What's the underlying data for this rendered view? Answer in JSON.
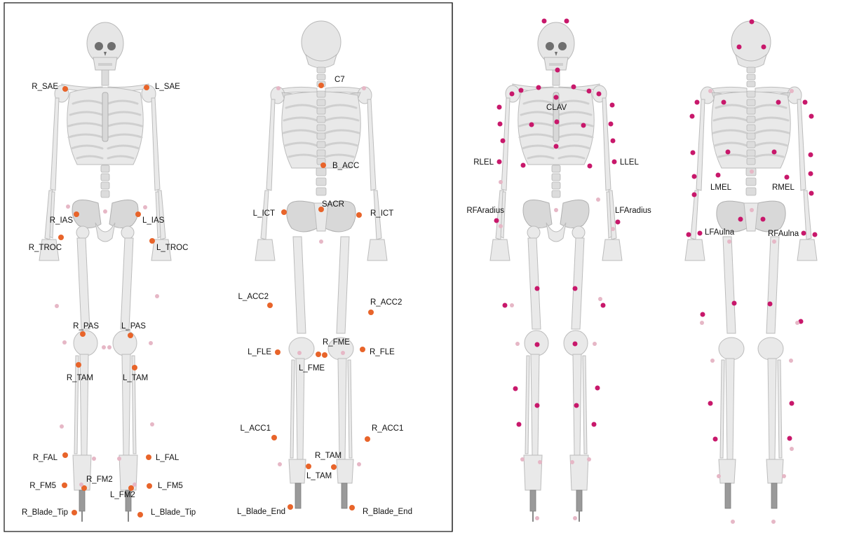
{
  "colors": {
    "orange_marker": "#e8642a",
    "magenta_marker": "#c8186b",
    "virtual_marker": "#e6b7c6",
    "frame": "#222222"
  },
  "panel_left": {
    "front_labels": [
      "R_SAE",
      "L_SAE",
      "R_IAS",
      "L_IAS",
      "R_TROC",
      "L_TROC",
      "R_PAS",
      "L_PAS",
      "R_TAM",
      "L_TAM",
      "R_FAL",
      "L_FAL",
      "R_FM5",
      "R_FM2",
      "L_FM2",
      "L_FM5",
      "R_Blade_Tip",
      "L_Blade_Tip"
    ],
    "back_labels": [
      "C7",
      "B_ACC",
      "SACR",
      "L_ICT",
      "R_ICT",
      "L_ACC2",
      "R_ACC2",
      "R_FME",
      "L_FLE",
      "R_FLE",
      "L_FME",
      "L_ACC1",
      "R_ACC1",
      "R_TAM",
      "L_TAM",
      "L_Blade_End",
      "R_Blade_End"
    ]
  },
  "panel_right": {
    "front_labels": [
      "CLAV",
      "RLEL",
      "LLEL",
      "RFAradius",
      "LFAradius"
    ],
    "back_labels": [
      "LMEL",
      "RMEL",
      "LFAulna",
      "RFAulna"
    ]
  }
}
